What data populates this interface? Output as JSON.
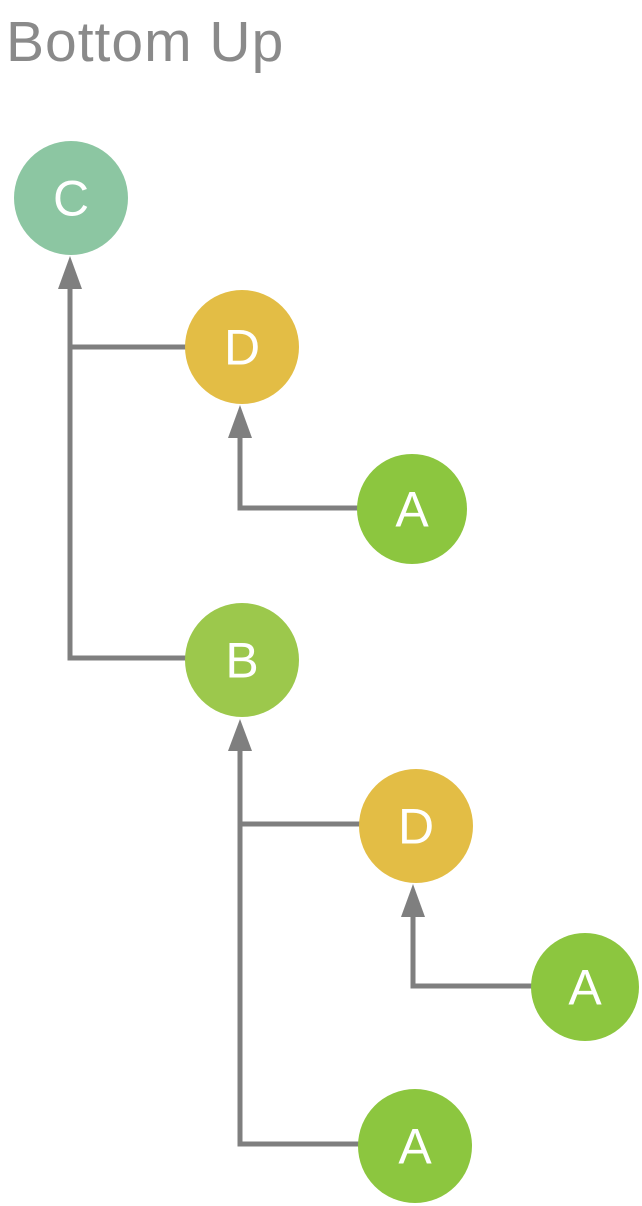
{
  "title": "Bottom Up",
  "colors": {
    "background": "#ffffff",
    "edge": "#7f7f7f",
    "title_text": "#8a8a8a",
    "node_label_text": "#ffffff",
    "node_teal": "#8cc6a2",
    "node_gold": "#e3bd45",
    "node_lime": "#8cc63f",
    "node_lime_b": "#9cc84c"
  },
  "diagram": {
    "type": "tree",
    "direction": "bottom-up",
    "nodes": [
      {
        "id": "C",
        "label": "C",
        "color": "#8cc6a2"
      },
      {
        "id": "D1",
        "label": "D",
        "color": "#e3bd45"
      },
      {
        "id": "A1",
        "label": "A",
        "color": "#8cc63f"
      },
      {
        "id": "B",
        "label": "B",
        "color": "#9cc84c"
      },
      {
        "id": "D2",
        "label": "D",
        "color": "#e3bd45"
      },
      {
        "id": "A2",
        "label": "A",
        "color": "#8cc63f"
      },
      {
        "id": "A3",
        "label": "A",
        "color": "#8cc63f"
      }
    ],
    "edges": [
      {
        "from": "D1",
        "to": "C"
      },
      {
        "from": "B",
        "to": "C"
      },
      {
        "from": "A1",
        "to": "D1"
      },
      {
        "from": "D2",
        "to": "B"
      },
      {
        "from": "A2",
        "to": "D2"
      },
      {
        "from": "A3",
        "to": "B"
      }
    ]
  }
}
